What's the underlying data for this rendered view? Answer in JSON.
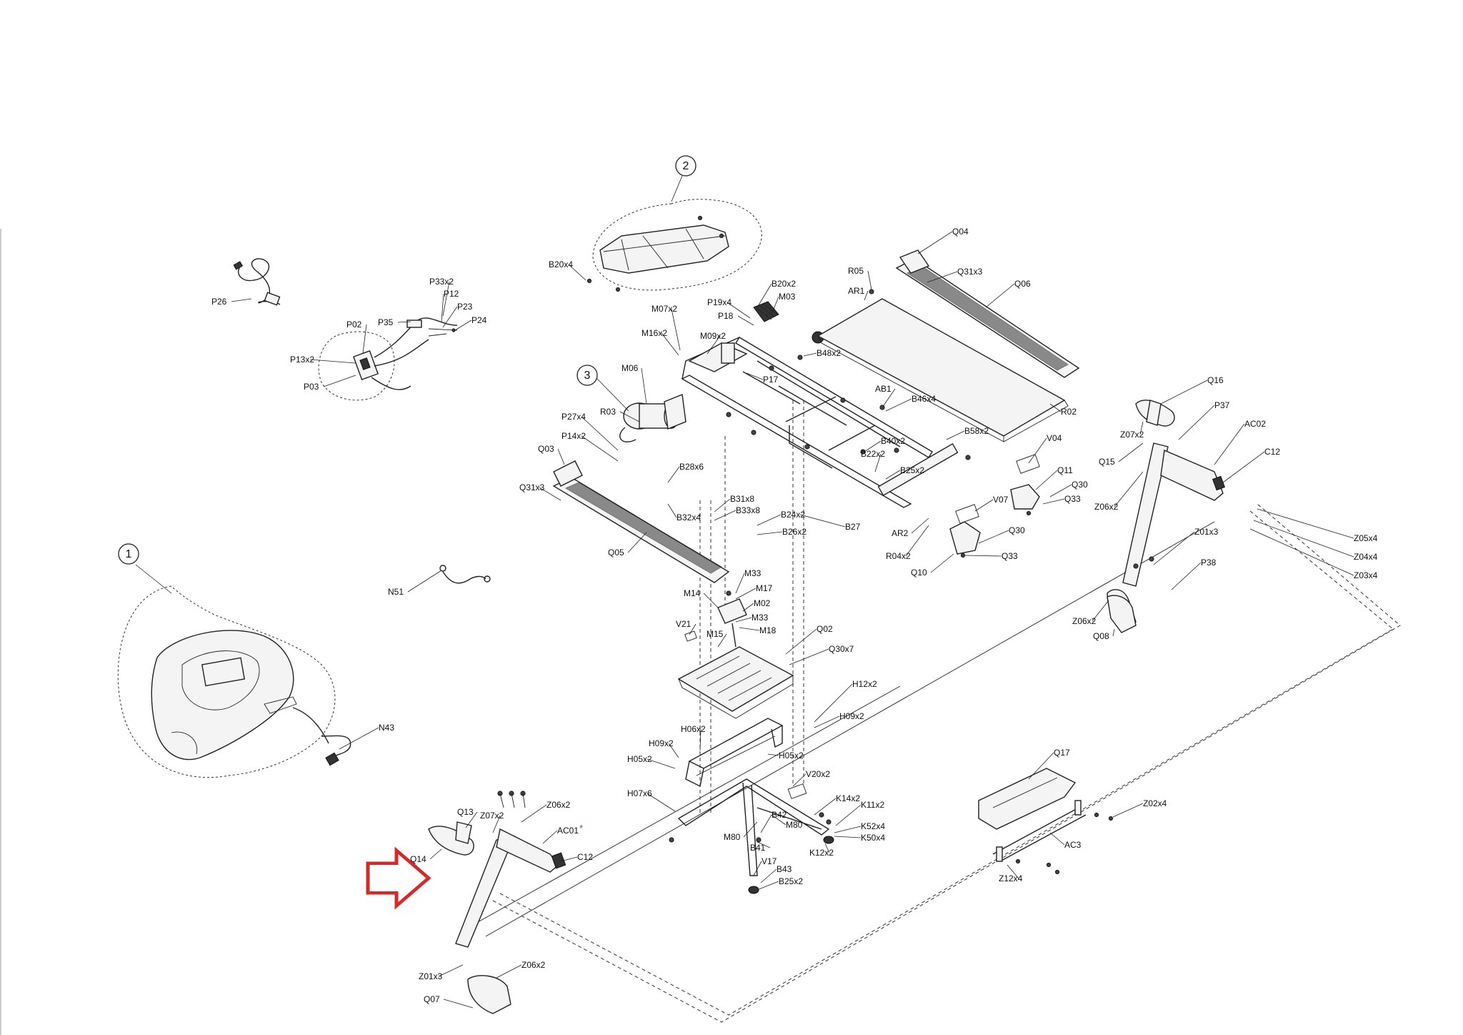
{
  "callouts": [
    {
      "id": "callout-1",
      "number": "1"
    },
    {
      "id": "callout-2",
      "number": "2"
    },
    {
      "id": "callout-3",
      "number": "3"
    }
  ],
  "parts": [
    "B20x4",
    "P26",
    "P33x2",
    "P12",
    "P23",
    "P24",
    "P35",
    "P02",
    "P13x2",
    "P03",
    "M07x2",
    "M16x2",
    "M09x2",
    "P19x4",
    "P18",
    "B20x2",
    "M03",
    "M06",
    "R03",
    "P27x4",
    "P14x2",
    "Q03",
    "Q31x3",
    "B28x6",
    "B32x4",
    "B31x8",
    "B33x8",
    "B24x2",
    "B26x2",
    "B27",
    "Q05",
    "R05",
    "AR1",
    "Q04",
    "Q31x3",
    "Q06",
    "B48x2",
    "P17",
    "AB1",
    "B46x4",
    "R02",
    "B58x2",
    "B40x2",
    "B22x2",
    "B25x2",
    "V04",
    "Q11",
    "Q30",
    "Q33",
    "V07",
    "AR2",
    "R04x2",
    "Q30",
    "Q10",
    "Q33",
    "Q16",
    "Z07x2",
    "P37",
    "AC02",
    "C12",
    "Q15",
    "Z06x2",
    "Z05x4",
    "Z04x4",
    "Z03x4",
    "Z01x3",
    "P38",
    "Z06x2",
    "Q08",
    "N51",
    "M33",
    "M17",
    "M14",
    "M02",
    "M33",
    "M18",
    "V21",
    "M15",
    "Q02",
    "Q30x7",
    "H12x2",
    "H09x2",
    "H06x2",
    "H09x2",
    "H05x2",
    "H05x2",
    "V20x2",
    "H07x6",
    "K14x2",
    "K11x2",
    "M80",
    "M80",
    "B42",
    "K52x4",
    "K50x4",
    "B41",
    "K12x2",
    "V17",
    "B43",
    "B25x2",
    "N43",
    "Q13",
    "Z07x2",
    "Z06x2",
    "AC01",
    "C12",
    "Q14",
    "Z01x3",
    "Z06x2",
    "Q07",
    "Q17",
    "Z02x4",
    "AC3",
    "Z12x4"
  ],
  "asterisk": "*",
  "colors": {
    "line": "#222222",
    "arrow": "#d62828",
    "background": "#ffffff"
  }
}
